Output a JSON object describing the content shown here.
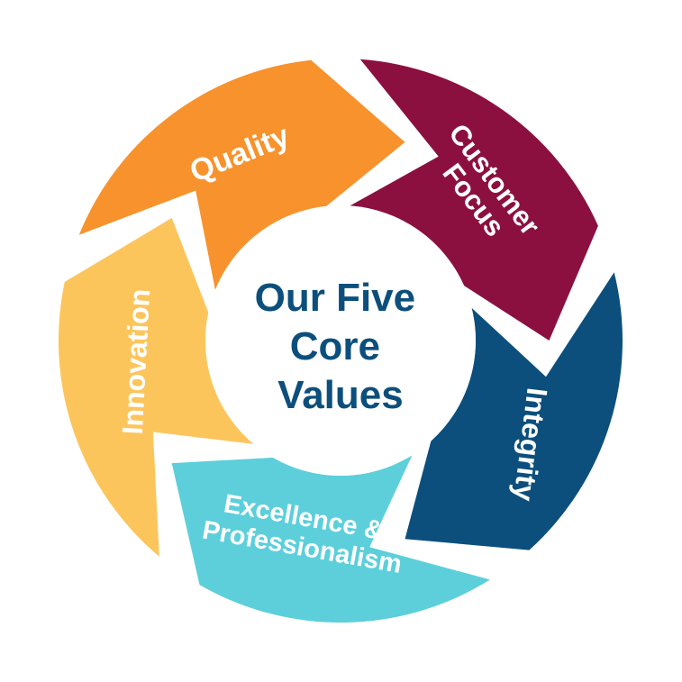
{
  "center": {
    "lines": [
      "Our Five",
      "Core",
      "Values"
    ],
    "color": "#0c4f7c"
  },
  "segments": [
    {
      "id": "quality",
      "lines": [
        "Quality"
      ],
      "color": "#f7922c"
    },
    {
      "id": "customer-focus",
      "lines": [
        "Customer",
        "Focus"
      ],
      "color": "#8b1040"
    },
    {
      "id": "integrity",
      "lines": [
        "Integrity"
      ],
      "color": "#0c4f7c"
    },
    {
      "id": "excellence",
      "lines": [
        "Excellence &",
        "Professionalism"
      ],
      "color": "#5ccfdb"
    },
    {
      "id": "innovation",
      "lines": [
        "Innovation"
      ],
      "color": "#fcc55c"
    }
  ]
}
